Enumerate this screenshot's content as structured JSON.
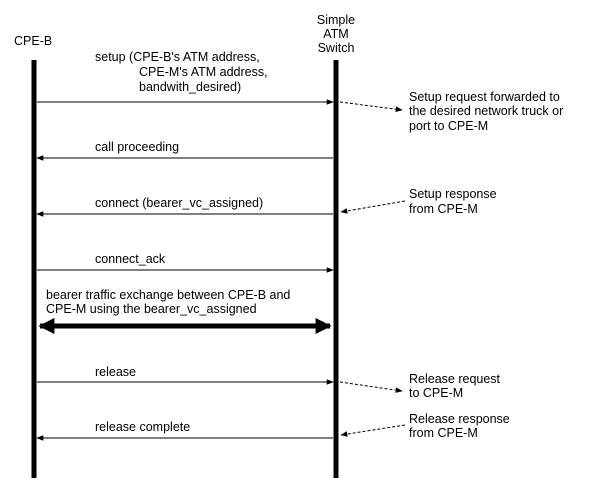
{
  "participants": {
    "cpe_b": "CPE-B",
    "switch": [
      "Simple",
      "ATM",
      "Switch"
    ]
  },
  "messages": {
    "setup": [
      "setup (CPE-B's ATM address,",
      "CPE-M's ATM address,",
      "bandwith_desired)"
    ],
    "call_proceeding": "call proceeding",
    "connect": "connect (bearer_vc_assigned)",
    "connect_ack": "connect_ack",
    "bearer": [
      "bearer traffic exchange between CPE-B and",
      "CPE-M using the bearer_vc_assigned"
    ],
    "release": "release",
    "release_complete": "release complete"
  },
  "notes": {
    "setup_forward": [
      "Setup request forwarded to",
      "the desired network truck or",
      "port to CPE-M"
    ],
    "setup_response": [
      "Setup response",
      "from CPE-M"
    ],
    "release_request": [
      "Release request",
      "to CPE-M"
    ],
    "release_response": [
      "Release response",
      "from CPE-M"
    ]
  }
}
